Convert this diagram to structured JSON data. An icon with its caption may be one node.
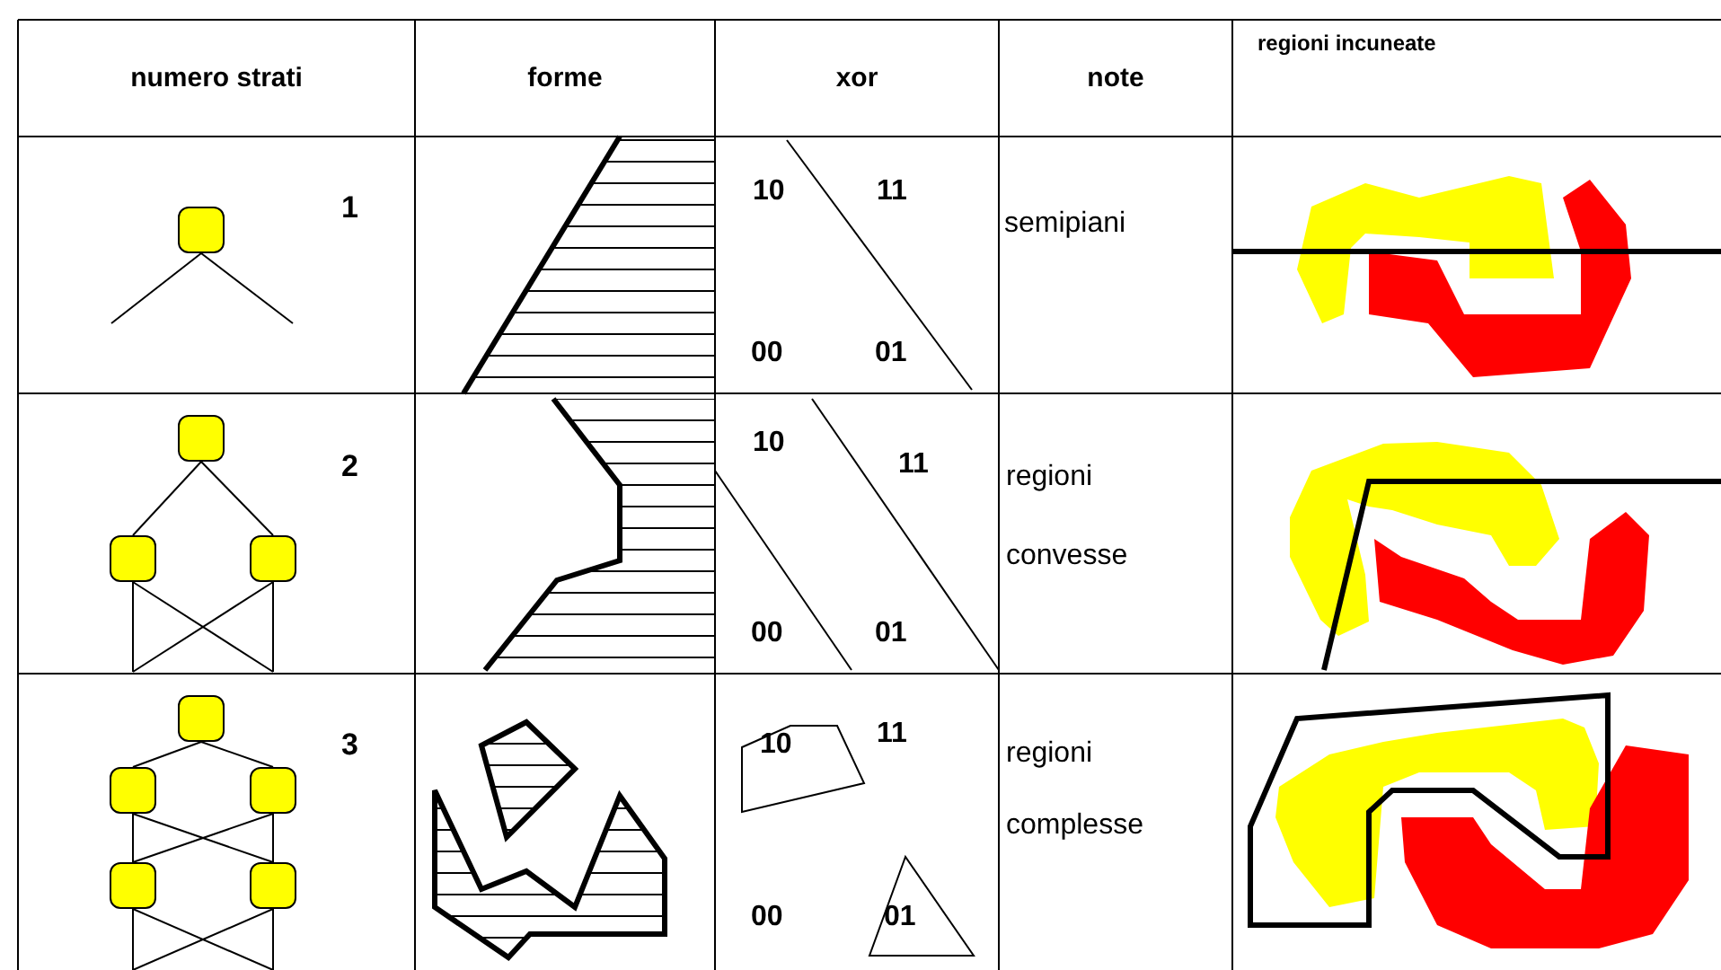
{
  "diagram": {
    "nodes": [
      {
        "text": [],
        "shape": "box"
      },
      {
        "text": [],
        "shape": "box"
      },
      {
        "text": [],
        "shape": "box"
      },
      {
        "text": [],
        "shape": "box"
      },
      {
        "text": [],
        "shape": "box"
      },
      {
        "text": [],
        "shape": "box"
      },
      {
        "text": [],
        "shape": "box"
      },
      {
        "text": [],
        "shape": "box"
      },
      {
        "text": [],
        "shape": "box"
      },
      {
        "text": [
          "10"
        ]
      },
      {
        "text": [
          "01"
        ]
      }
    ],
    "edges": [
      {
        "from": 0,
        "to": null,
        "arrow": "none"
      },
      {
        "from": 0,
        "to": null,
        "arrow": "none"
      },
      {
        "from": 1,
        "to": 2,
        "arrow": "none"
      },
      {
        "from": 1,
        "to": 3,
        "arrow": "none"
      },
      {
        "from": 2,
        "to": null,
        "arrow": "none"
      },
      {
        "from": 2,
        "to": null,
        "arrow": "none"
      },
      {
        "from": 3,
        "to": null,
        "arrow": "none"
      },
      {
        "from": 3,
        "to": null,
        "arrow": "none"
      },
      {
        "from": 4,
        "to": 5,
        "arrow": "none"
      },
      {
        "from": 4,
        "to": 6,
        "arrow": "none"
      },
      {
        "from": 5,
        "to": 7,
        "arrow": "none"
      },
      {
        "from": 5,
        "to": 8,
        "arrow": "none"
      },
      {
        "from": 6,
        "to": 7,
        "arrow": "none"
      },
      {
        "from": 6,
        "to": 8,
        "arrow": "none"
      },
      {
        "from": 7,
        "to": null,
        "arrow": "none"
      },
      {
        "from": 7,
        "to": null,
        "arrow": "none"
      },
      {
        "from": 8,
        "to": null,
        "arrow": "none"
      },
      {
        "from": 8,
        "to": null,
        "arrow": "none"
      }
    ],
    "labels": [
      "numero strati",
      "forme",
      "xor",
      "note",
      "regioni incuneate",
      "1",
      "10",
      "11",
      "00",
      "01",
      "semipiani",
      "2",
      "10",
      "11",
      "00",
      "01",
      "regioni convesse",
      "3",
      "11",
      "00",
      "regioni complesse"
    ]
  }
}
